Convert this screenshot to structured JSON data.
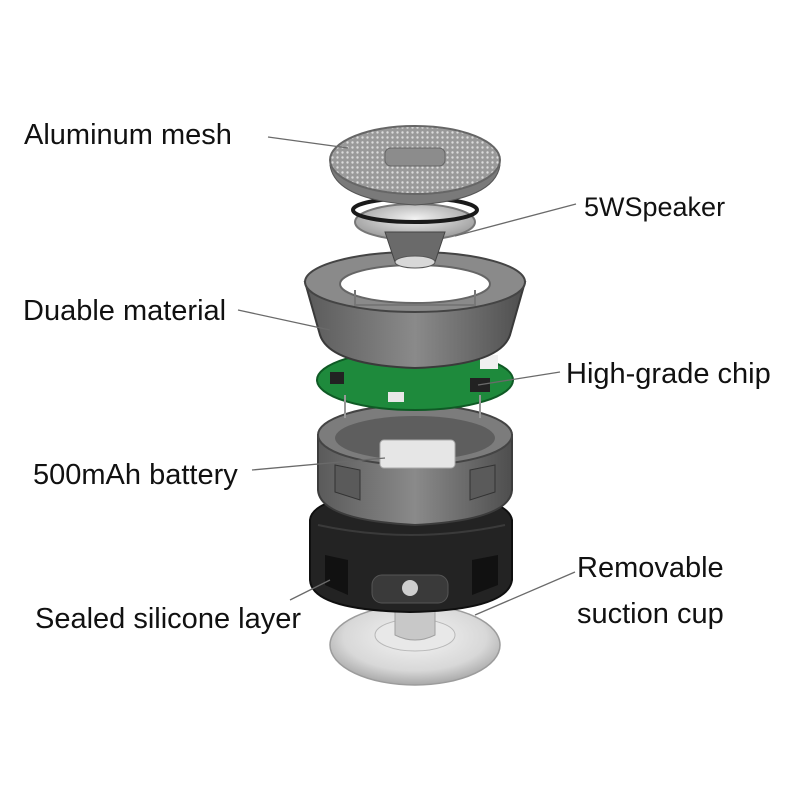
{
  "labels": {
    "aluminum_mesh": "Aluminum mesh",
    "speaker": "5WSpeaker",
    "durable_material": "Duable material",
    "chip": "High-grade chip",
    "battery": "500mAh battery",
    "silicone_layer": "Sealed silicone layer",
    "suction_cup_line1": "Removable",
    "suction_cup_line2": "suction cup"
  },
  "colors": {
    "background": "#ffffff",
    "label_text": "#111111",
    "leader_line": "#6a6a6a",
    "mesh": "#8a8a8a",
    "housing": "#6d6d6d",
    "housing_dark": "#4f4f4f",
    "pcb": "#1e8a3c",
    "band": "#1e1e1e",
    "suction_cup": "#cfcfcf"
  }
}
